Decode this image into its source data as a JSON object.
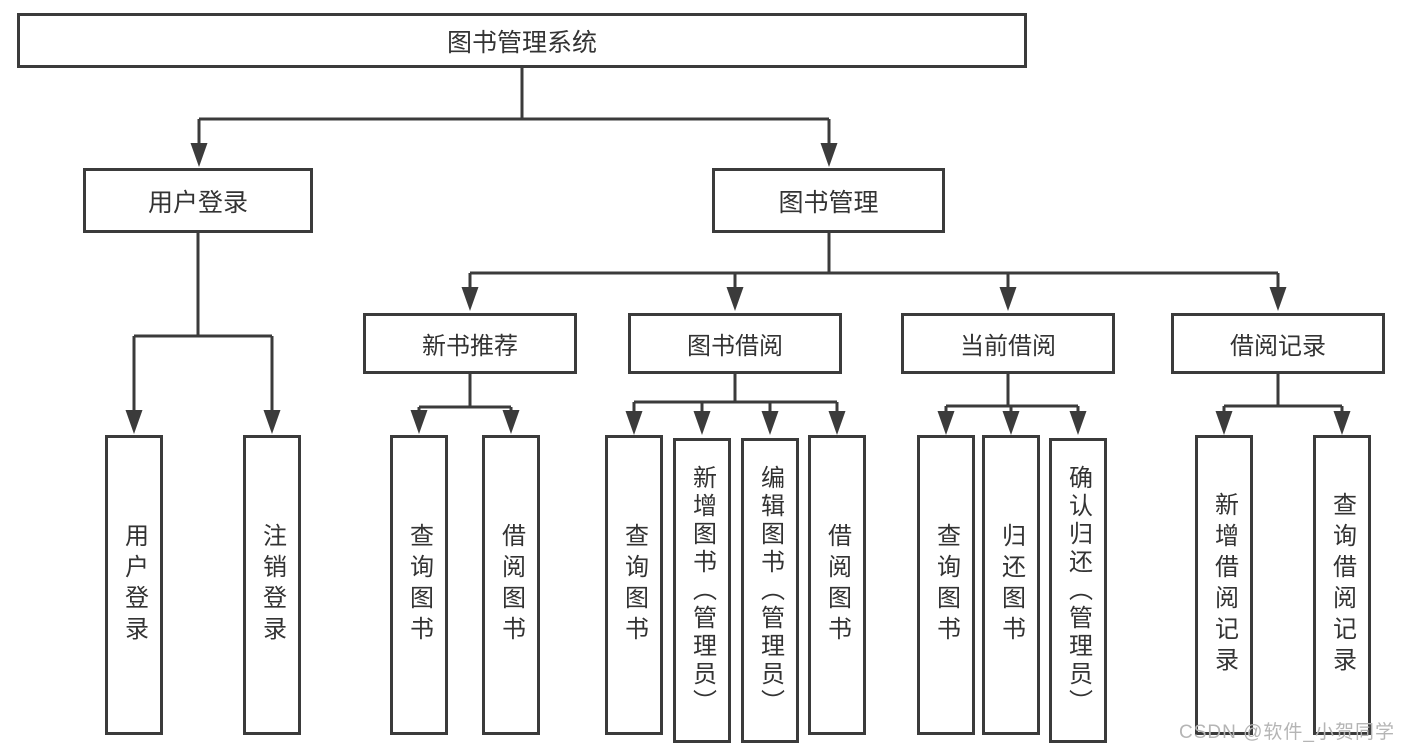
{
  "nodes": {
    "root": {
      "label": "图书管理系统"
    },
    "userLogin": {
      "label": "用户登录"
    },
    "bookManagement": {
      "label": "图书管理"
    },
    "newBookRecommend": {
      "label": "新书推荐"
    },
    "bookBorrow": {
      "label": "图书借阅"
    },
    "currentBorrow": {
      "label": "当前借阅"
    },
    "borrowRecords": {
      "label": "借阅记录"
    },
    "leafUserLogin": {
      "label": "用户登录"
    },
    "leafLogout": {
      "label": "注销登录"
    },
    "leafQueryBooksRecommend": {
      "label": "查询图书"
    },
    "leafBorrowBooksRecommend": {
      "label": "借阅图书"
    },
    "leafQueryBooksBorrow": {
      "label": "查询图书"
    },
    "leafAddBooksAdmin": {
      "label": "新增图书（管理员）"
    },
    "leafEditBooksAdmin": {
      "label": "编辑图书（管理员）"
    },
    "leafBorrowBooksBorrow": {
      "label": "借阅图书"
    },
    "leafQueryBooksCurrent": {
      "label": "查询图书"
    },
    "leafReturnBooks": {
      "label": "归还图书"
    },
    "leafConfirmReturnAdmin": {
      "label": "确认归还（管理员）"
    },
    "leafAddBorrowRecord": {
      "label": "新增借阅记录"
    },
    "leafQueryBorrowRecord": {
      "label": "查询借阅记录"
    }
  },
  "watermark": "CSDN @软件_小贺同学",
  "colors": {
    "line": "#3B3B3B",
    "boxBorder": "#3B3B3B",
    "text": "#333333",
    "watermark": "#B5B5B5",
    "background": "#FFFFFF"
  }
}
